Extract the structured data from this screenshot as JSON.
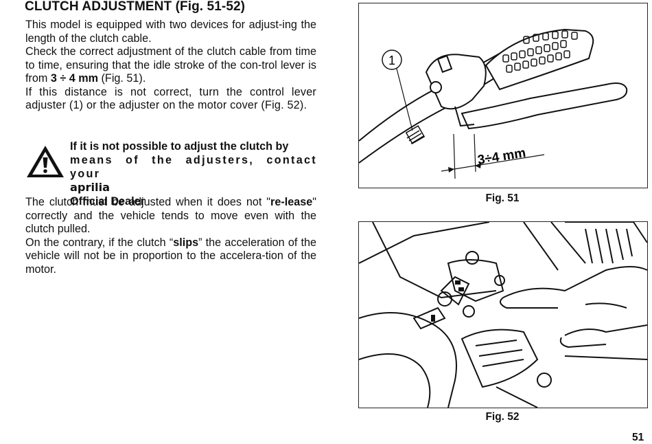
{
  "heading": "CLUTCH ADJUSTMENT (Fig. 51-52)",
  "intro": {
    "line1": "This model is equipped with two devices for adjust-ing the length of the clutch cable.",
    "line2_a": "Check the correct adjustment of the clutch cable from time to time, ensuring that the idle stroke of the con-trol lever is from ",
    "line2_value": "3 ÷ 4 mm",
    "line2_b": " (Fig. 51).",
    "line3": "If this distance is not correct, turn the control lever adjuster (1) or the adjuster on the motor cover (Fig. 52)."
  },
  "warning": {
    "icon": "warning-triangle-icon",
    "line1": "If it is not possible to adjust the clutch by",
    "line2": "means of the adjusters, contact your",
    "brand": "aprilia",
    "line3_rest": " Official Dealer"
  },
  "body": {
    "p1_a": "The clutch must be adjusted when it does not \"",
    "p1_bold": "re-lease",
    "p1_b": "\" correctly and the vehicle tends to move even with the clutch pulled.",
    "p2_a": "On the contrary, if the clutch “",
    "p2_bold": "slips",
    "p2_b": "” the acceleration of the vehicle will not be in proportion to the accelera-tion of the motor."
  },
  "figures": {
    "fig51": {
      "caption": "Fig. 51",
      "callout": "1",
      "dimension": "3÷4 mm"
    },
    "fig52": {
      "caption": "Fig. 52"
    }
  },
  "page_number": "51"
}
